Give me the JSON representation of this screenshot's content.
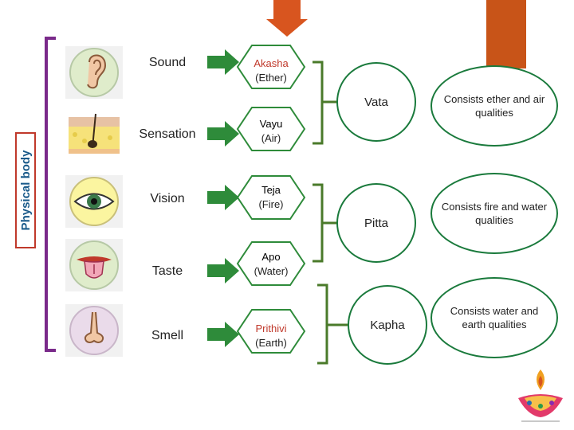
{
  "side_label": "Physical body",
  "senses": [
    {
      "label": "Sound",
      "icon": "ear-icon"
    },
    {
      "label": "Sensation",
      "icon": "skin-icon"
    },
    {
      "label": "Vision",
      "icon": "eye-icon"
    },
    {
      "label": "Taste",
      "icon": "tongue-icon"
    },
    {
      "label": "Smell",
      "icon": "nose-icon"
    }
  ],
  "elements": [
    {
      "name": "Akasha",
      "sub": "(Ether)",
      "name_color": "#c0392b"
    },
    {
      "name": "Vayu",
      "sub": "(Air)",
      "name_color": "#222222"
    },
    {
      "name": "Teja",
      "sub": "(Fire)",
      "name_color": "#222222"
    },
    {
      "name": "Apo",
      "sub": "(Water)",
      "name_color": "#222222"
    },
    {
      "name": "Prithivi",
      "sub": "(Earth)",
      "name_color": "#c0392b"
    }
  ],
  "doshas": [
    {
      "label": "Vata",
      "qualities": "Consists ether and air qualities"
    },
    {
      "label": "Pitta",
      "qualities": "Consists fire and water qualities"
    },
    {
      "label": "Kapha",
      "qualities": "Consists water and earth qualities"
    }
  ],
  "colors": {
    "arrow_green": "#2e8b3a",
    "bracket_green": "#4a7a2a",
    "body_bracket": "#7a2a8a",
    "top_arrow": "#d8551f",
    "top_bar": "#c85418",
    "side_label_border": "#c0392b"
  }
}
